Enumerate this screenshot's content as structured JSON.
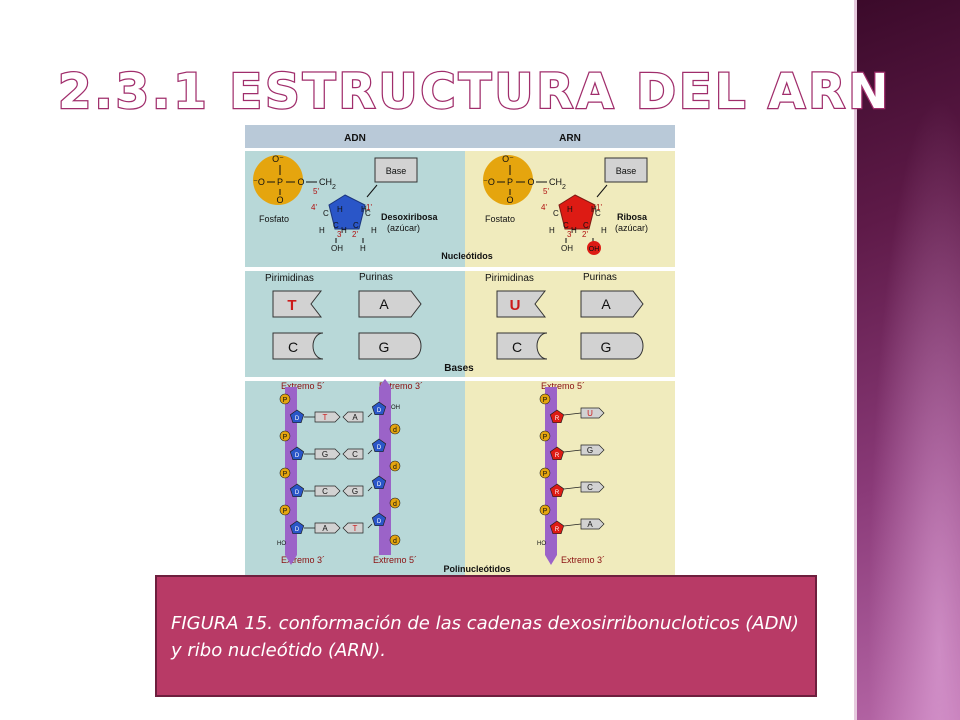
{
  "slide": {
    "title": "2.3.1 ESTRUCTURA DEL ARN",
    "caption": "FIGURA 15. conformación de las cadenas dexosirribonucloticos (ADN) y ribo nucleótido (ARN)."
  },
  "figure": {
    "headers": {
      "adn": "ADN",
      "arn": "ARN"
    },
    "nucleotides": {
      "section_label": "Nucleótidos",
      "adn": {
        "phosphate_label": "Fosfato",
        "base_label": "Base",
        "sugar_label": "Desoxiribosa",
        "sugar_note": "(azúcar)"
      },
      "arn": {
        "phosphate_label": "Fostato",
        "base_label": "Base",
        "sugar_label": "Ribosa",
        "sugar_note": "(azúcar)"
      },
      "chem": {
        "o_top": "O",
        "o_minus": "O⁻",
        "minus_o": "⁻O",
        "p": "P",
        "o_bottom": "O",
        "ch2": "CH",
        "c5": "5'",
        "c4": "4'",
        "c3": "3'",
        "c2": "2'",
        "c1": "1'",
        "c": "C",
        "h": "H",
        "oh": "OH"
      }
    },
    "bases": {
      "section_label": "Bases",
      "adn": {
        "pyrimidines_label": "Pirimidinas",
        "purines_label": "Purinas",
        "pyrimidines": [
          "T",
          "C"
        ],
        "purines": [
          "A",
          "G"
        ]
      },
      "arn": {
        "pyrimidines_label": "Pirimidinas",
        "purines_label": "Purinas",
        "pyrimidines": [
          "U",
          "C"
        ],
        "purines": [
          "A",
          "G"
        ]
      }
    },
    "polynucleotides": {
      "section_label": "Polinucleótidos",
      "adn": {
        "end5_top": "Extremo  5´",
        "end3_top": "Extremo  3´",
        "end3_bottom": "Extremo  3´",
        "end5_bottom": "Extremo  5´",
        "pairs": [
          [
            "T",
            "A"
          ],
          [
            "G",
            "C"
          ],
          [
            "C",
            "G"
          ],
          [
            "A",
            "T"
          ]
        ],
        "phosphate": "P",
        "sugar": "D",
        "oh": "OH",
        "ho": "HO"
      },
      "arn": {
        "end5_top": "Extremo  5´",
        "end3_bottom": "Extremo  3´",
        "bases": [
          "U",
          "G",
          "C",
          "A"
        ],
        "phosphate": "P",
        "sugar": "R",
        "ho": "HO"
      }
    }
  },
  "colors": {
    "adn_panel": "#b8d8d8",
    "arn_panel": "#f0ebbd",
    "header_band": "#b9c9d8",
    "divider": "#dbe6ee",
    "deoxyribose": "#2a56c8",
    "ribose": "#dd1b14",
    "phosphate": "#e5a50e",
    "backbone": "#9b63c8",
    "base_tag": "#d2d2d2",
    "accent_base": "#cc1a1a",
    "caption_bg": "#b83a66",
    "title_stroke": "#a02d6b"
  }
}
